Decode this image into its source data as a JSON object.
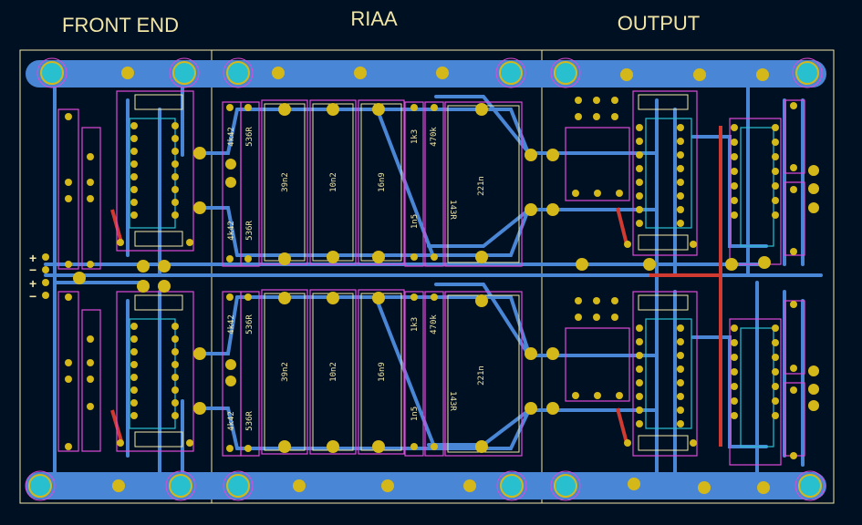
{
  "sections": {
    "front_end": "FRONT END",
    "riaa": "RIAA",
    "output": "OUTPUT"
  },
  "components": {
    "top": {
      "r1": "4k42",
      "r2": "536R",
      "c1": "39n2",
      "c2": "10n2",
      "c3": "16n9",
      "r3": "1k3",
      "r4": "470k",
      "r5": "143R",
      "r6": "1n5",
      "c4": "221n",
      "r7": "4k42",
      "r8": "536R"
    },
    "bottom": {
      "r1": "4k42",
      "r2": "536R",
      "c1": "39n2",
      "c2": "10n2",
      "c3": "16n9",
      "r3": "1k3",
      "r4": "470k",
      "r5": "143R",
      "r6": "1n5",
      "c4": "221n",
      "r7": "4k42",
      "r8": "536R"
    }
  },
  "input_markers": [
    "+",
    "−",
    "+",
    "−"
  ],
  "colors": {
    "background": "#001023",
    "trace": "#4a86d6",
    "pad": "#d4b81a",
    "mount": "#28c0cf",
    "silk": "#f2e6a6",
    "courtyard": "#e04ad8",
    "red_trace": "#d03a30"
  }
}
